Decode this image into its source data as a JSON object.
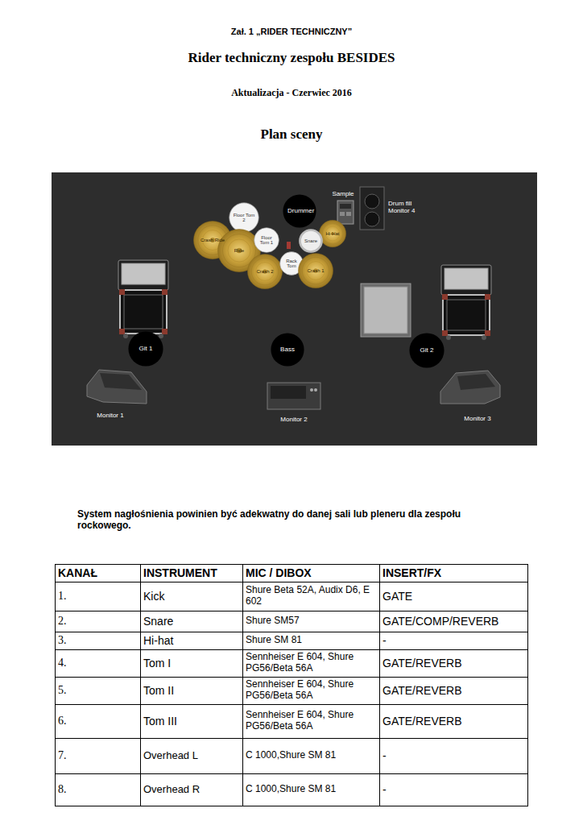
{
  "diagram": {
    "title": "Rider techniczny zespołu BESIDES",
    "nodes": [
      {
        "text": [
          "Floor Tom 2"
        ]
      },
      {
        "text": [
          "Drummer"
        ]
      },
      {
        "text": [
          "Crash Ride"
        ]
      },
      {
        "text": [
          "Hi-Hat"
        ]
      },
      {
        "text": [
          "Ride"
        ]
      },
      {
        "text": [
          "Floor Tom 1"
        ]
      },
      {
        "text": [
          "Snare"
        ]
      },
      {
        "text": [
          "Crash 2"
        ]
      },
      {
        "text": [
          "Rack Tom"
        ]
      },
      {
        "text": [
          "Crash 1"
        ]
      },
      {
        "text": [
          "Git 1"
        ]
      },
      {
        "text": [
          "Bass"
        ]
      },
      {
        "text": [
          "Git 2"
        ]
      }
    ],
    "labels": [
      "Zał. 1 „RIDER TECHNICZNY”",
      "Aktualizacja - Czerwiec 2016",
      "Plan sceny",
      "Sample",
      "Drum fill Monitor 4",
      "Monitor 1",
      "Monitor 2",
      "Monitor 3",
      "System nagłośnienia powinien być adekwatny do danej sali lub pleneru dla zespołu rockowego.",
      "KANAŁ",
      "INSTRUMENT",
      "MIC / DIBOX",
      "INSERT/FX",
      "1.",
      "Kick",
      "Shure Beta 52A, Audix D6, E 602",
      "GATE",
      "2.",
      "Snare",
      "Shure SM57",
      "GATE/COMP/REVERB",
      "3.",
      "Hi-hat",
      "Shure SM 81",
      "-",
      "4.",
      "Tom I",
      "Sennheiser E 604, Shure PG56/Beta 56A",
      "GATE/REVERB",
      "5.",
      "Tom II",
      "Sennheiser E 604, Shure PG56/Beta 56A",
      "GATE/REVERB",
      "6.",
      "Tom III",
      "Sennheiser E 604, Shure PG56/Beta 56A",
      "GATE/REVERB",
      "7.",
      "Overhead L",
      "C 1000,Shure SM 81",
      "-",
      "8.",
      "Overhead R",
      "C 1000,Shure SM 81",
      "-"
    ]
  }
}
